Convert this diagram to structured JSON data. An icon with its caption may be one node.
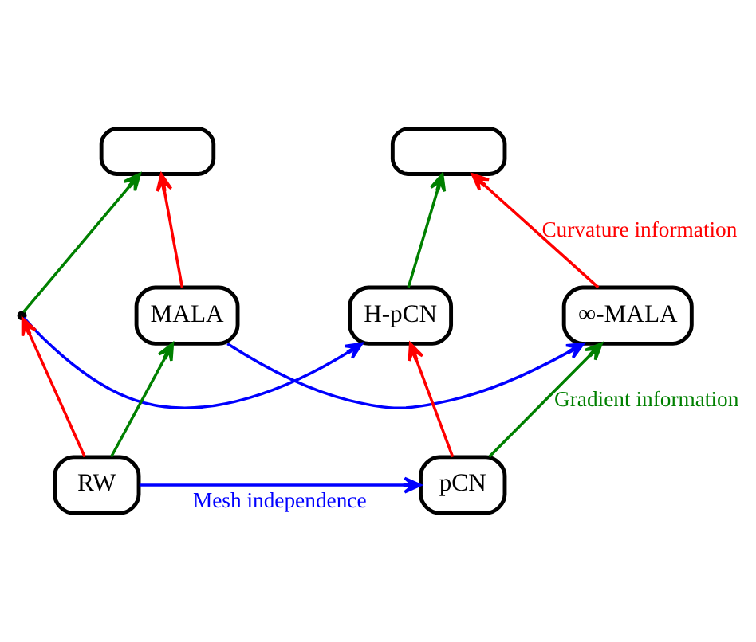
{
  "diagram": {
    "nodes": [
      {
        "text": [],
        "shape": "box"
      },
      {
        "text": [],
        "shape": "box"
      },
      {
        "text": [],
        "shape": "point"
      },
      {
        "text": [
          "H-pCN"
        ]
      },
      {
        "text": [
          "MALA"
        ]
      },
      {
        "text": [
          "∞-MALA"
        ]
      },
      {
        "text": [
          "RW"
        ]
      },
      {
        "text": [
          "pCN"
        ]
      }
    ],
    "edges": [
      {
        "from": 2,
        "to": 0,
        "arrow": "to",
        "color": "#008000"
      },
      {
        "from": 4,
        "to": 0,
        "arrow": "to",
        "color": "#ff0000"
      },
      {
        "from": 3,
        "to": 1,
        "arrow": "to",
        "color": "#008000"
      },
      {
        "from": 5,
        "to": 1,
        "arrow": "to",
        "color": "#ff0000",
        "label": "Curvature information"
      },
      {
        "from": 2,
        "to": 3,
        "arrow": "to",
        "color": "#0000ff"
      },
      {
        "from": 6,
        "to": 2,
        "arrow": "to",
        "color": "#ff0000"
      },
      {
        "from": 7,
        "to": 3,
        "arrow": "to",
        "color": "#ff0000"
      },
      {
        "from": 4,
        "to": 5,
        "arrow": "to",
        "color": "#0000ff"
      },
      {
        "from": 6,
        "to": 4,
        "arrow": "to",
        "color": "#008000"
      },
      {
        "from": 6,
        "to": 7,
        "arrow": "to",
        "color": "#0000ff",
        "label": "Mesh independence"
      },
      {
        "from": 7,
        "to": 5,
        "arrow": "to",
        "color": "#008000",
        "label": "Gradient information"
      }
    ]
  }
}
